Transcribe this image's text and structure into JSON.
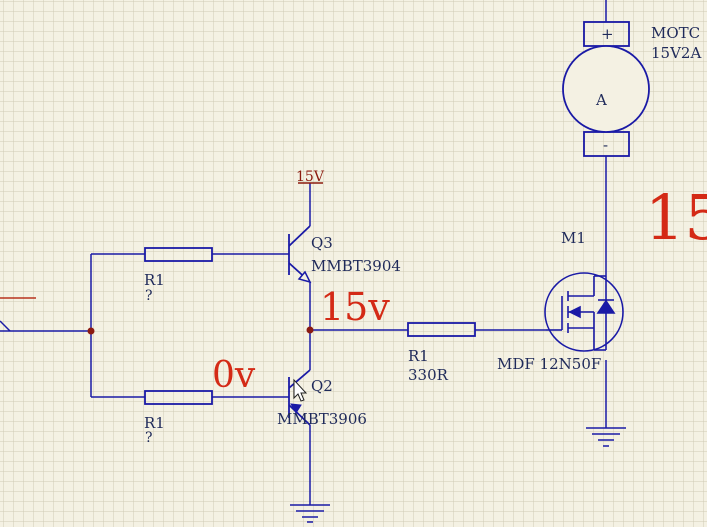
{
  "colors": {
    "background": "#f4f1e3",
    "grid": "#cfcbb4",
    "wire": "#1a1aa6",
    "component": "#1a1aa6",
    "label": "#1f2a5a",
    "power_label": "#8b1a0e",
    "annotation": "#d42a16",
    "junction": "#8b1a12"
  },
  "motor": {
    "name": "MOTC",
    "rating": "15V2A",
    "symbol": "A",
    "plus": "+",
    "minus": "-"
  },
  "supply": {
    "label": "15V"
  },
  "q3": {
    "designator": "Q3",
    "part": "MMBT3904"
  },
  "q2": {
    "designator": "Q2",
    "part": "MMBT3906"
  },
  "r_top": {
    "designator": "R1",
    "value": "?"
  },
  "r_bottom": {
    "designator": "R1",
    "value": "?"
  },
  "r_gate": {
    "designator": "R1",
    "value": "330R"
  },
  "mosfet": {
    "designator": "M1",
    "part": "MDF 12N50F"
  },
  "annotations": {
    "mid_voltage": "15v",
    "q2_voltage": "0v",
    "right_voltage": "15"
  }
}
